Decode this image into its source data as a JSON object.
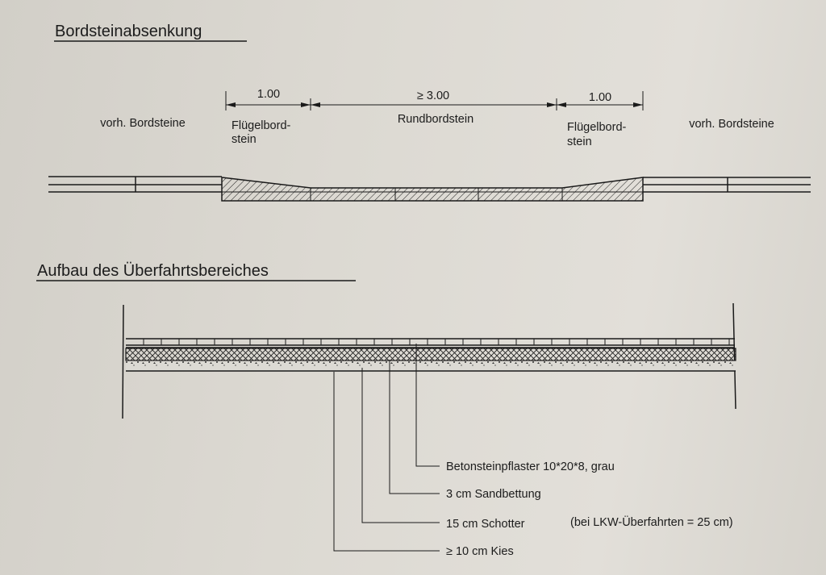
{
  "section1": {
    "title": "Bordsteinabsenkung",
    "dimensions": [
      "1.00",
      "≥ 3.00",
      "1.00"
    ],
    "labels": {
      "left": "vorh. Bordsteine",
      "wing_left_1": "Flügelbord-",
      "wing_left_2": "stein",
      "center": "Rundbordstein",
      "wing_right_1": "Flügelbord-",
      "wing_right_2": "stein",
      "right": "vorh. Bordsteine"
    }
  },
  "section2": {
    "title": "Aufbau des Überfahrtsbereiches",
    "layers": [
      {
        "label": "Betonsteinpflaster 10*20*8, grau"
      },
      {
        "label": "3 cm Sandbettung"
      },
      {
        "label": "15 cm Schotter",
        "note": "(bei LKW-Überfahrten = 25 cm)"
      },
      {
        "label": "≥ 10 cm Kies"
      }
    ]
  }
}
